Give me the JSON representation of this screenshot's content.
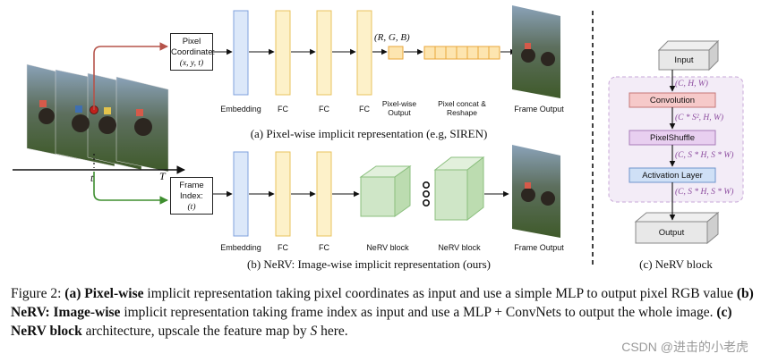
{
  "panel_a": {
    "input_box": [
      "Pixel",
      "Coordinate:",
      "(x, y, t)"
    ],
    "rgb": "(R, G, B)",
    "labels": {
      "embedding": "Embedding",
      "fc1": "FC",
      "fc2": "FC",
      "fc3": "FC",
      "pixelwise_output": [
        "Pixel-wise",
        "Output"
      ],
      "pixel_concat": [
        "Pixel concat &",
        "Reshape"
      ],
      "frame_output": "Frame Output"
    },
    "caption": "(a) Pixel-wise implicit representation (e.g, SIREN)"
  },
  "timeline": {
    "t": "t",
    "T": "T"
  },
  "panel_b": {
    "input_box": [
      "Frame",
      "Index:",
      "(t)"
    ],
    "labels": {
      "embedding": "Embedding",
      "fc1": "FC",
      "fc2": "FC",
      "nerv1": "NeRV block",
      "nerv2": "NeRV block",
      "frame_output": "Frame Output"
    },
    "caption": "(b) NeRV: Image-wise implicit representation (ours)"
  },
  "panel_c": {
    "input": "Input",
    "convolution": "Convolution",
    "pixelshuffle": "PixelShuffle",
    "activation": "Activation Layer",
    "output": "Output",
    "dims": {
      "d1": "(C, H, W)",
      "d2": "(C * S², H, W)",
      "d3": "(C, S * H, S * W)",
      "d4": "(C, S * H, S * W)"
    },
    "caption": "(c) NeRV block"
  },
  "figure_caption": {
    "prefix": "Figure 2: ",
    "a_label": "(a) Pixel-wise",
    "a_text": " implicit representation taking pixel coordinates as input and use a simple MLP to output pixel RGB value ",
    "b_label": "(b) NeRV: Image-wise",
    "b_text": " implicit representation taking frame index as input and use a MLP + ConvNets to output the whole image. ",
    "c_label": "(c) NeRV block",
    "c_text": " architecture, upscale the feature map by ",
    "s": "S",
    "end": " here."
  },
  "watermark": "CSDN @进击的小老虎",
  "colors": {
    "red_arrow": "#b5534a",
    "green_arrow": "#3e8e2f",
    "embedding_fill": "#dce8f9",
    "fc_fill": "#fdf1c9",
    "nerv_fill": "#cfe6c7",
    "conv_fill": "#f6c9c9",
    "pixelshuffle_fill": "#e8cff0",
    "activation_fill": "#cfe0f6",
    "nerv_block_bg": "#f3ecf7"
  }
}
